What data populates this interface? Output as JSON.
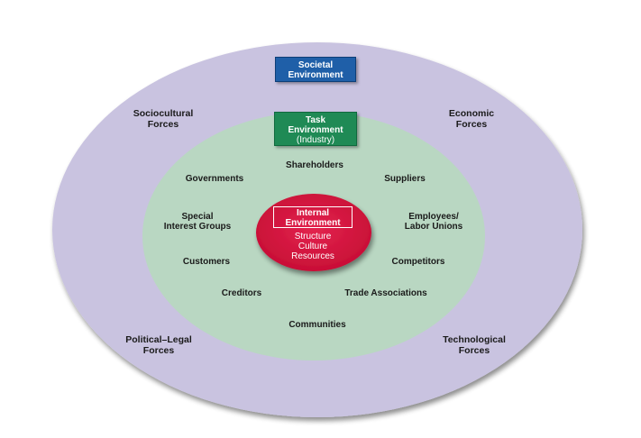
{
  "societal_environment": {
    "title_lines": [
      "Societal",
      "Environment"
    ],
    "forces": {
      "sociocultural": [
        "Sociocultural",
        "Forces"
      ],
      "economic": [
        "Economic",
        "Forces"
      ],
      "political_legal": [
        "Political–Legal",
        "Forces"
      ],
      "technological": [
        "Technological",
        "Forces"
      ]
    }
  },
  "task_environment": {
    "title_lines": [
      "Task",
      "Environment"
    ],
    "subtitle": "(Industry)",
    "stakeholders": {
      "shareholders": "Shareholders",
      "governments": "Governments",
      "suppliers": "Suppliers",
      "special_interest_groups": [
        "Special",
        "Interest Groups"
      ],
      "employees_labor_unions": [
        "Employees/",
        "Labor Unions"
      ],
      "customers": "Customers",
      "competitors": "Competitors",
      "creditors": "Creditors",
      "trade_associations": "Trade Associations",
      "communities": "Communities"
    }
  },
  "internal_environment": {
    "title_lines": [
      "Internal",
      "Environment"
    ],
    "items": [
      "Structure",
      "Culture",
      "Resources"
    ]
  },
  "colors": {
    "outer_ring": "#c9c3e0",
    "middle_ring": "#b9d7c2",
    "inner_circle": "#d6163f",
    "societal_box": "#1f5fa8",
    "task_box": "#1f8a55"
  }
}
